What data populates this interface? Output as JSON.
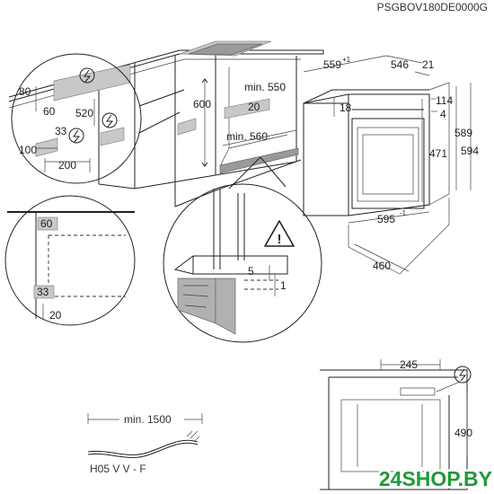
{
  "product_code": "PSGBOV180DE0000G",
  "brand": {
    "text": "24SHOP.BY",
    "color": "#1f9a3a"
  },
  "colors": {
    "line": "#222222",
    "panel_grey": "#c8c8c8",
    "shade": "#9a9a9a",
    "wood": "#b0b0b0"
  },
  "icons": [
    "electric-connection-icon",
    "warning-triangle-icon"
  ],
  "warning_symbol": "!",
  "cabinet_view": {
    "dim_80": "80",
    "dim_520": "520",
    "dim_60_top": "60",
    "dim_600": "600",
    "dim_min550": "min. 550",
    "dim_20_top": "20",
    "dim_min560": "min. 560",
    "dim_33": "33",
    "dim_100": "100",
    "dim_200": "200"
  },
  "oven_view": {
    "dim_559": "559",
    "dim_559_tol": "+1",
    "dim_546": "546",
    "dim_21": "21",
    "dim_18": "18",
    "dim_114": "114",
    "dim_4": "4",
    "dim_589": "589",
    "dim_594": "594",
    "dim_471": "471",
    "dim_595": "595",
    "dim_595_tol": "-1",
    "dim_460": "460"
  },
  "corner_detail": {
    "dim_60": "60",
    "dim_33": "33",
    "dim_20": "20"
  },
  "mounting_detail": {
    "dim_5": "5",
    "dim_1": "1"
  },
  "cable": {
    "length": "min. 1500",
    "type": "H05 V V - F"
  },
  "rear_view": {
    "dim_245": "245",
    "dim_490": "490"
  }
}
